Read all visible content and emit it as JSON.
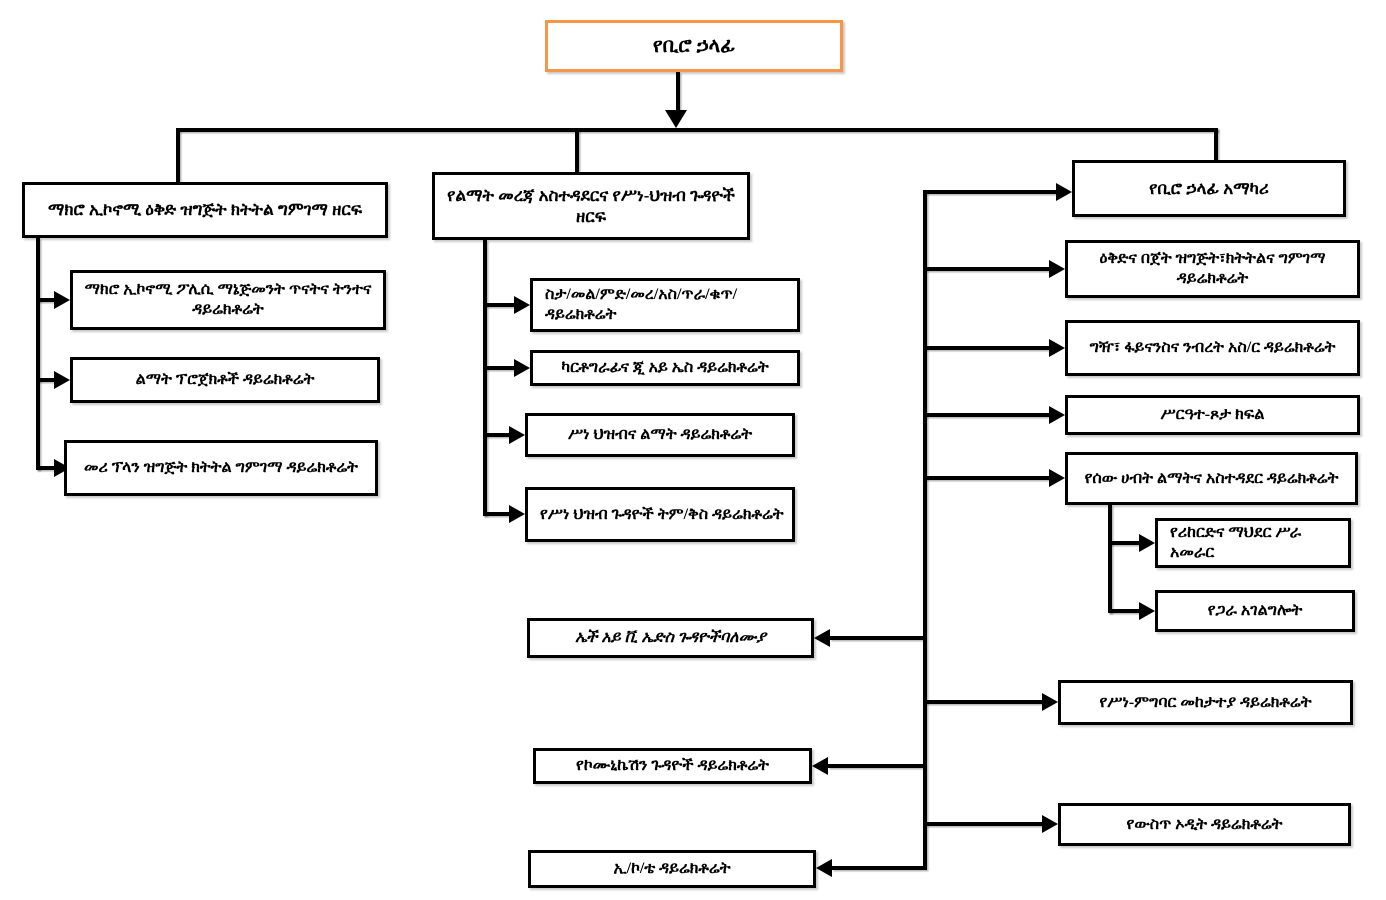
{
  "org": {
    "root": {
      "label": "የቢሮ ኃላፊ"
    },
    "left_sector": {
      "label": "ማክሮ ኢኮኖሚ ዕቅድ ዝግጅት ክትትል ግምገማ ዘርፍ",
      "children": [
        {
          "label": "ማክሮ ኢኮኖሚ ፖሊሲ ማኔጅመንት ጥናትና ትንተና ዳይሬክቶሬት"
        },
        {
          "label": "ልማት ፕሮጀክቶች ዳይሬክቶሬት"
        },
        {
          "label": "መሪ ፕላን ዝግጅት ክትትል ግምገማ ዳይሬክቶሬት"
        }
      ]
    },
    "middle_sector": {
      "label": "የልማት መረጃ አስተዳደርና  የሥነ-ህዝብ ጉዳዮች ዘርፍ",
      "children": [
        {
          "label": "ስታ/መል/ምድ/መረ/አስ/ጥራ/ቁጥ/ ዳይሬክቶሬት"
        },
        {
          "label": "ካርቶግራፊና ጂ አይ ኤስ ዳይሬክቶሬት"
        },
        {
          "label": "ሥነ ህዝብና ልማት ዳይሬክቶሬት"
        },
        {
          "label": "የሥነ ህዝብ ጉዳዮች ትም/ቅስ ዳይሬክቶሬት"
        }
      ]
    },
    "advisor_sector": {
      "label": "የቢሮ ኃላፊ አማካሪ",
      "children": [
        {
          "label": "ዕቅድና በጀት ዝግጅት፣ክትትልና ግምገማ ዳይሬክቶሬት"
        },
        {
          "label": "ግዥ፣ ፋይናንስና ንብረት አስ/ር ዳይሬክቶሬት"
        },
        {
          "label": "ሥርዓተ-ጾታ ክፍል"
        },
        {
          "label": "የሰው ሀብት ልማትና አስተዳደር ዳይሬክቶሬት"
        },
        {
          "label": "የሥነ-ምግባር መከታተያ ዳይሬክቶሬት"
        },
        {
          "label": "የውስጥ ኦዲት ዳይሬክቶሬት"
        }
      ],
      "hr_children": [
        {
          "label": "የሪከርድና ማህደር ሥራ አመራር"
        },
        {
          "label": "የጋራ አገልግሎት"
        }
      ],
      "staff": [
        {
          "label": "ኤች አይ ቪ ኤድስ ጉዳዮችባለሙያ"
        },
        {
          "label": "የኮሙኒኬሽን ጉዳዮች ዳይሬክቶሬት"
        },
        {
          "label": "ኢ/ኮ/ቴ ዳይሬክቶሬት"
        }
      ]
    },
    "colors": {
      "root_border": "#F79646",
      "box_border": "#000000",
      "background": "#FFFFFF"
    }
  }
}
